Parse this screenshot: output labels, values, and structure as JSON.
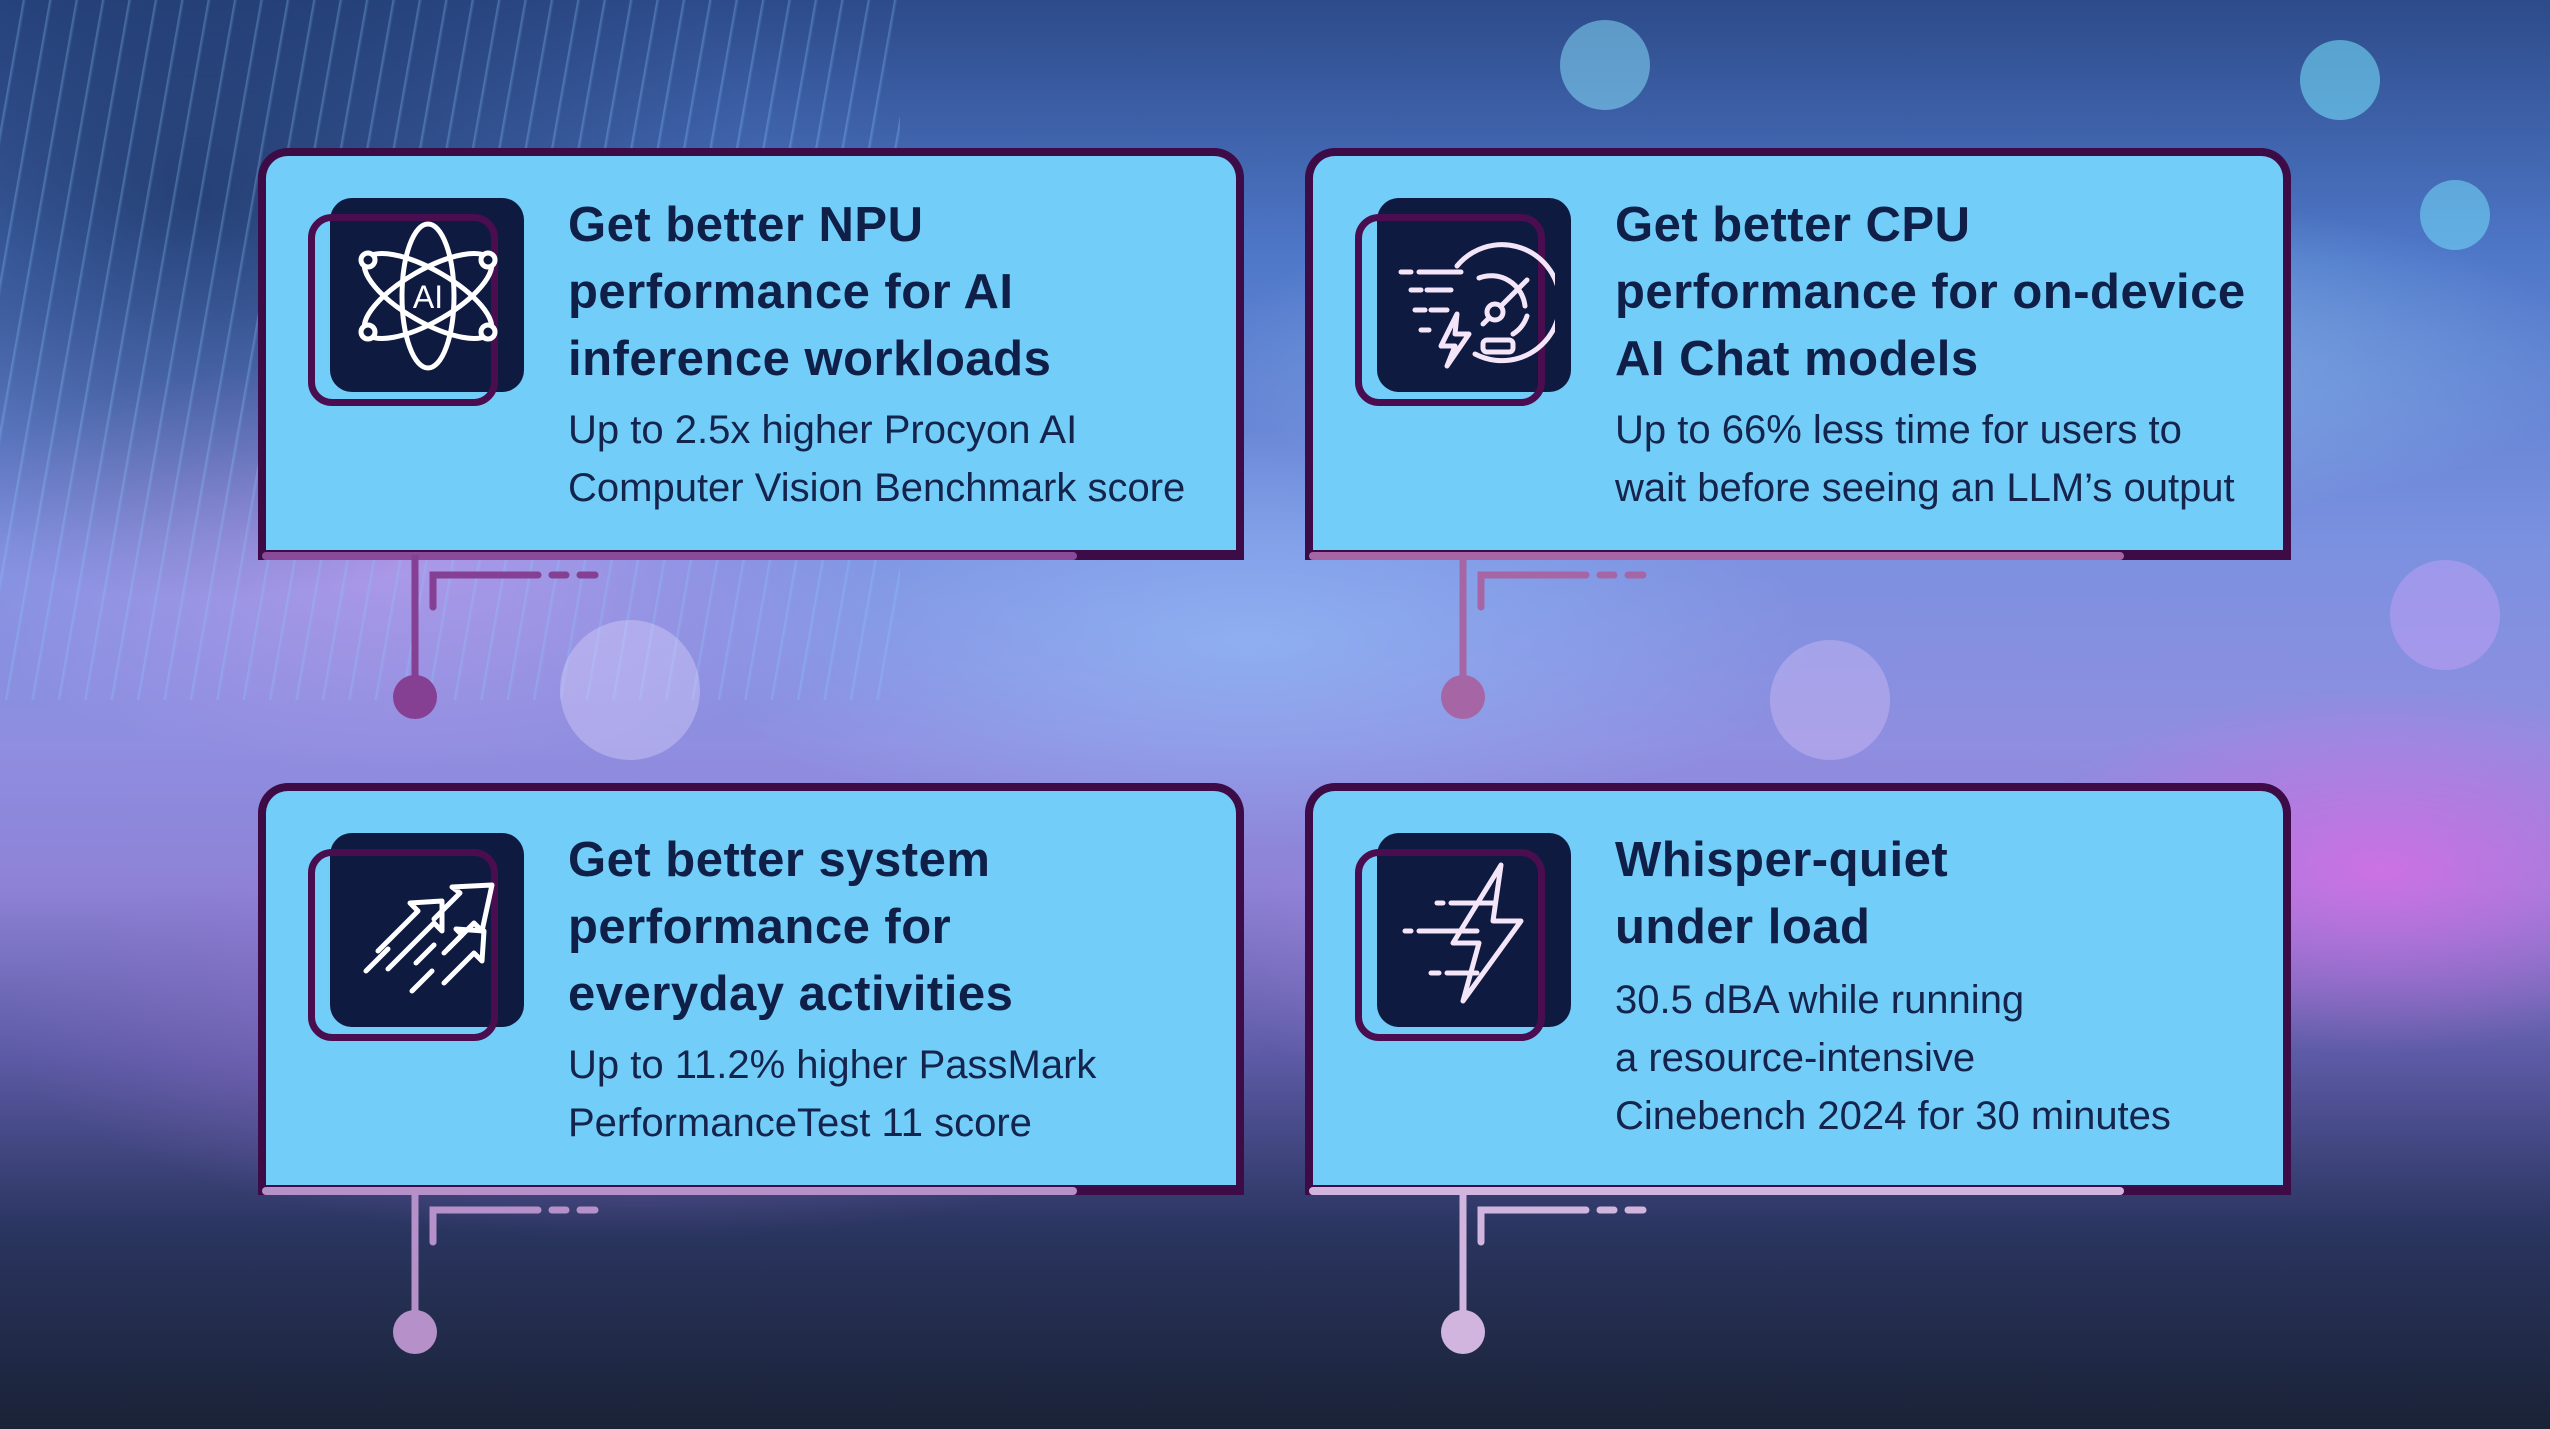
{
  "colors": {
    "card_fill": "#72cdf8",
    "card_border": "#3d0b45",
    "icon_fill": "#0e1a40",
    "text": "#0f1f47",
    "connector_top_left": "#853f93",
    "connector_top_right": "#a666a6",
    "connector_bottom_left": "#b690c8",
    "connector_bottom_right": "#d1b5df"
  },
  "cards": [
    {
      "icon": "atom-ai-icon",
      "icon_label": "AI",
      "title_lines": [
        "Get better NPU",
        "performance for AI",
        "inference workloads"
      ],
      "body_lines": [
        "Up to 2.5x higher Procyon AI",
        "Computer Vision Benchmark score"
      ]
    },
    {
      "icon": "speedometer-bolt-icon",
      "title_lines": [
        "Get better CPU",
        "performance for on-device",
        "AI Chat models"
      ],
      "body_lines": [
        "Up to 66% less time for users to",
        "wait before seeing an LLM’s output"
      ]
    },
    {
      "icon": "rising-arrows-icon",
      "title_lines": [
        "Get better system",
        "performance for",
        "everyday activities"
      ],
      "body_lines": [
        "Up to 11.2% higher PassMark",
        "PerformanceTest 11 score"
      ]
    },
    {
      "icon": "lightning-bolt-icon",
      "title_lines": [
        "Whisper-quiet",
        "under load"
      ],
      "body_lines": [
        "30.5 dBA while running",
        "a resource-intensive",
        "Cinebench 2024 for 30 minutes"
      ]
    }
  ]
}
